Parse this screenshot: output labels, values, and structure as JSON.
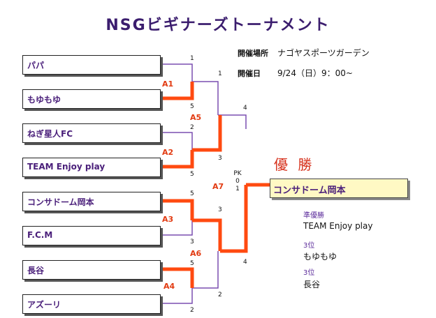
{
  "title": "NSGビギナーズトーナメント",
  "info": {
    "venue_label": "開催場所",
    "venue": "ナゴヤスポーツガーデン",
    "date_label": "開催日",
    "date": "9/24（日）9：00~"
  },
  "teams": [
    "パパ",
    "もゆもゆ",
    "ねぎ星人FC",
    "TEAM Enjoy play",
    "コンサドーム岡本",
    "F.C.M",
    "長谷",
    "アズーリ"
  ],
  "first_round_scores": [
    "1",
    "5",
    "2",
    "5",
    "5",
    "3",
    "5",
    "2"
  ],
  "semi_scores": [
    "1",
    "3",
    "3",
    "2"
  ],
  "final_scores": [
    "4",
    "4"
  ],
  "matches": [
    "A1",
    "A2",
    "A3",
    "A4",
    "A5",
    "A6",
    "A7"
  ],
  "pk": {
    "label": "PK",
    "top": "0",
    "bottom": "1"
  },
  "champion_heading": "優 勝",
  "champion": "コンサドーム岡本",
  "results": {
    "runner_up_label": "準優勝",
    "runner_up": "TEAM Enjoy play",
    "third_label_1": "3位",
    "third_1": "もゆもゆ",
    "third_label_2": "3位",
    "third_2": "長谷"
  },
  "colors": {
    "winner_line": "#ff4a10",
    "loser_line": "#7a4fb0",
    "title": "#3b1d6e"
  }
}
